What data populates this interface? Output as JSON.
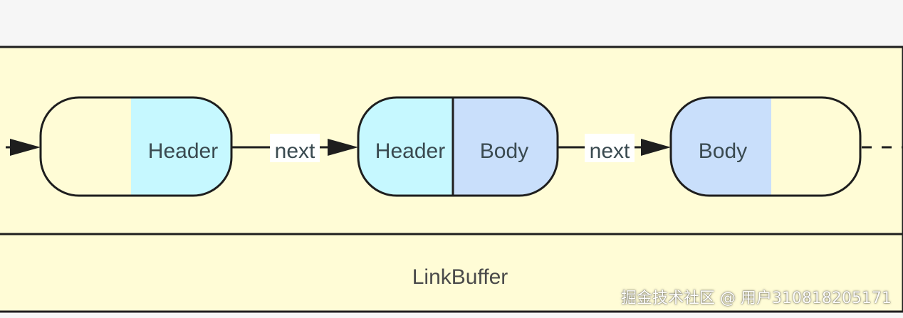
{
  "diagram": {
    "title": "LinkBuffer",
    "nodes": [
      {
        "id": "node-1",
        "segments": [
          {
            "label": "",
            "color": "#fffcd6"
          },
          {
            "label": "Header",
            "color": "#c6f8ff"
          }
        ]
      },
      {
        "id": "node-2",
        "segments": [
          {
            "label": "Header",
            "color": "#c6f8ff"
          },
          {
            "label": "Body",
            "color": "#c9dffb"
          }
        ]
      },
      {
        "id": "node-3",
        "segments": [
          {
            "label": "Body",
            "color": "#c9dffb"
          },
          {
            "label": "",
            "color": "#fffcd6"
          }
        ]
      }
    ],
    "edges": [
      {
        "from": "node-1",
        "to": "node-2",
        "label": "next"
      },
      {
        "from": "node-2",
        "to": "node-3",
        "label": "next"
      }
    ],
    "colors": {
      "panel_fill": "#fffcd6",
      "header_fill": "#c6f8ff",
      "body_fill": "#c9dffb",
      "stroke": "#1e1e1e"
    }
  },
  "watermark": "掘金技术社区 @ 用户310818205171"
}
